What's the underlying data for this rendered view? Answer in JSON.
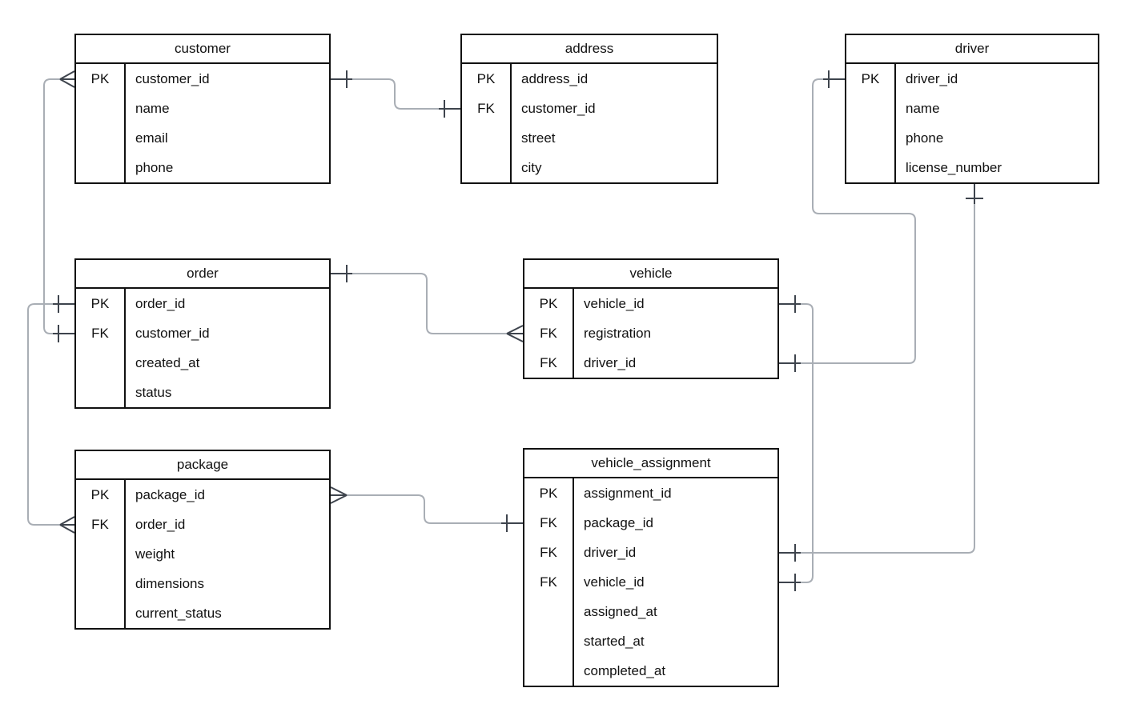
{
  "diagram": {
    "kind": "entity-relationship-diagram",
    "background_color": "#ffffff",
    "entity_border_color": "#111111",
    "text_color": "#111111",
    "line_color": "#a9aeb5",
    "cardinality_marker_color": "#3e444d"
  },
  "entities": {
    "customer": {
      "title": "customer",
      "rows": [
        {
          "key": "PK",
          "name": "customer_id"
        },
        {
          "key": "",
          "name": "name"
        },
        {
          "key": "",
          "name": "email"
        },
        {
          "key": "",
          "name": "phone"
        }
      ]
    },
    "address": {
      "title": "address",
      "rows": [
        {
          "key": "PK",
          "name": "address_id"
        },
        {
          "key": "FK",
          "name": "customer_id"
        },
        {
          "key": "",
          "name": "street"
        },
        {
          "key": "",
          "name": "city"
        }
      ]
    },
    "driver": {
      "title": "driver",
      "rows": [
        {
          "key": "PK",
          "name": "driver_id"
        },
        {
          "key": "",
          "name": "name"
        },
        {
          "key": "",
          "name": "phone"
        },
        {
          "key": "",
          "name": "license_number"
        }
      ]
    },
    "order": {
      "title": "order",
      "rows": [
        {
          "key": "PK",
          "name": "order_id"
        },
        {
          "key": "FK",
          "name": "customer_id"
        },
        {
          "key": "",
          "name": "created_at"
        },
        {
          "key": "",
          "name": "status"
        }
      ]
    },
    "vehicle": {
      "title": "vehicle",
      "rows": [
        {
          "key": "PK",
          "name": "vehicle_id"
        },
        {
          "key": "FK",
          "name": "registration"
        },
        {
          "key": "FK",
          "name": "driver_id"
        }
      ]
    },
    "package": {
      "title": "package",
      "rows": [
        {
          "key": "PK",
          "name": "package_id"
        },
        {
          "key": "FK",
          "name": "order_id"
        },
        {
          "key": "",
          "name": "weight"
        },
        {
          "key": "",
          "name": "dimensions"
        },
        {
          "key": "",
          "name": "current_status"
        }
      ]
    },
    "vehicle_assignment": {
      "title": "vehicle_assignment",
      "rows": [
        {
          "key": "PK",
          "name": "assignment_id"
        },
        {
          "key": "FK",
          "name": "package_id"
        },
        {
          "key": "FK",
          "name": "driver_id"
        },
        {
          "key": "FK",
          "name": "vehicle_id"
        },
        {
          "key": "",
          "name": "assigned_at"
        },
        {
          "key": "",
          "name": "started_at"
        },
        {
          "key": "",
          "name": "completed_at"
        }
      ]
    }
  },
  "relationships": [
    {
      "a": "customer.customer_id",
      "a_marker": "one-tick",
      "b": "address.customer_id",
      "b_marker": "one-tick"
    },
    {
      "a": "customer.customer_id",
      "a_marker": "crow-foot-many",
      "b": "order.customer_id",
      "b_marker": "one-tick"
    },
    {
      "a": "order.order_id",
      "a_marker": "one-tick",
      "b": "package.order_id",
      "b_marker": "crow-foot-many"
    },
    {
      "a": "order",
      "a_marker": "one-tick",
      "b": "vehicle.registration",
      "b_marker": "crow-foot-many"
    },
    {
      "a": "package.package_id",
      "a_marker": "crow-foot-many",
      "b": "vehicle_assignment.package_id",
      "b_marker": "one-tick"
    },
    {
      "a": "vehicle.vehicle_id",
      "a_marker": "one-tick",
      "b": "vehicle_assignment.vehicle_id",
      "b_marker": "one-tick"
    },
    {
      "a": "driver.driver_id",
      "a_marker": "one-tick",
      "b": "vehicle.driver_id",
      "b_marker": "one-tick"
    },
    {
      "a": "driver",
      "a_marker": "one-tick",
      "b": "vehicle_assignment.driver_id",
      "b_marker": "one-tick"
    }
  ]
}
